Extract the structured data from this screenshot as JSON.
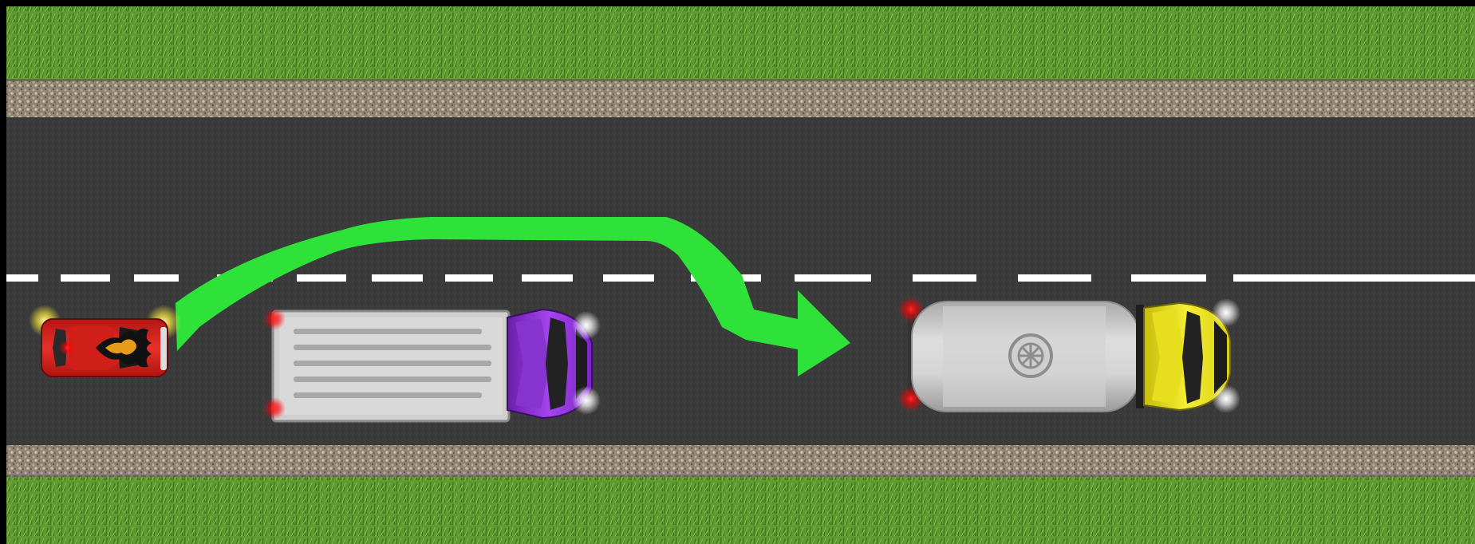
{
  "scene": {
    "road_direction": "left-to-right",
    "lanes": 2,
    "center_line": "dashed",
    "vehicles": [
      {
        "kind": "car",
        "body_color": "#d8241e",
        "decal": "flames",
        "lane": "right"
      },
      {
        "kind": "box-truck",
        "cab_color": "#8f2fd6",
        "cargo_color": "#d6d6d6",
        "lane": "right"
      },
      {
        "kind": "tanker-truck",
        "cab_color": "#e8de14",
        "tank_color": "#c9c9c9",
        "lane": "right"
      }
    ],
    "maneuver": {
      "type": "overtake",
      "arrow_color": "#2fe23a"
    }
  },
  "colors": {
    "grass": "#5f9a33",
    "grass_dark": "#3f7a1f",
    "gravel": "#8f8371",
    "asphalt": "#3a3a3b",
    "lane_marking": "#ffffff",
    "frame": "#000000"
  },
  "icons": [
    "tank-wheel-icon",
    "flame-decal-icon"
  ]
}
